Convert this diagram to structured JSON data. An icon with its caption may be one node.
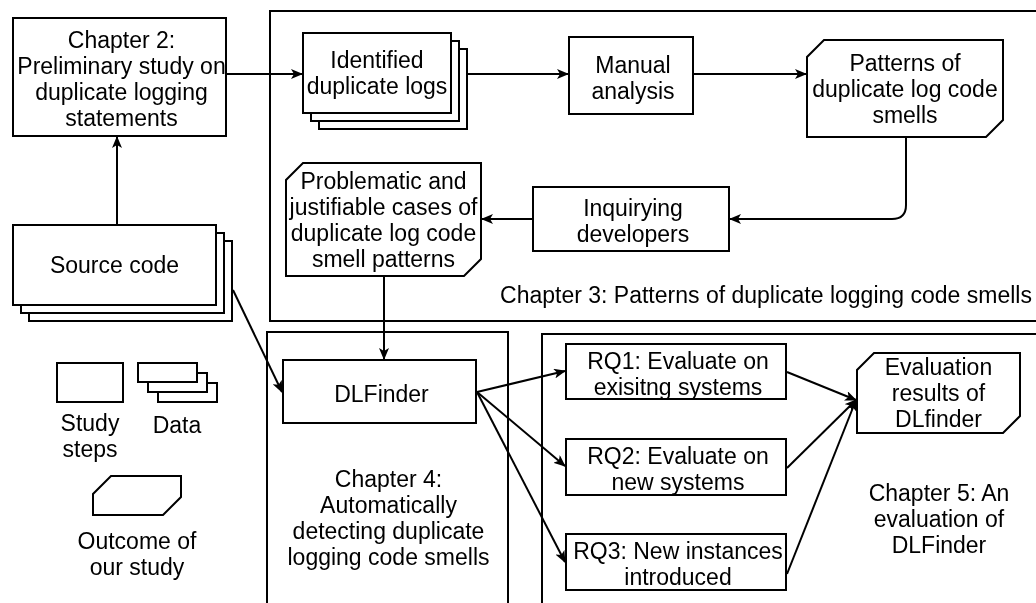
{
  "diagram": {
    "nodes": [
      {
        "text": [
          "Chapter 2: Preliminary study on duplicate logging statements"
        ]
      },
      {
        "text": [
          "Source code"
        ]
      },
      {
        "text": [
          "Chapter 3: Patterns of duplicate logging code smells"
        ]
      },
      {
        "text": [
          "Identified duplicate logs"
        ],
        "in": 2
      },
      {
        "text": [
          "Manual analysis"
        ],
        "in": 2
      },
      {
        "text": [
          "Patterns of duplicate log code smells"
        ],
        "in": 2
      },
      {
        "text": [
          "Inquirying developers"
        ],
        "in": 2
      },
      {
        "text": [
          "Problematic and justifiable cases of duplicate log code smell patterns"
        ],
        "in": 2
      },
      {
        "text": [
          "Chapter 4: Automatically detecting duplicate logging code smells"
        ]
      },
      {
        "text": [
          "DLFinder"
        ],
        "in": 8
      },
      {
        "text": [
          "Chapter 5: An evaluation of DLFinder"
        ]
      },
      {
        "text": [
          "RQ1: Evaluate on exisitng systems"
        ],
        "in": 10
      },
      {
        "text": [
          "RQ2: Evaluate on new systems"
        ],
        "in": 10
      },
      {
        "text": [
          "RQ3: New instances introduced"
        ],
        "in": 10
      },
      {
        "text": [
          "Evaluation results of DLfinder"
        ],
        "in": 10
      }
    ],
    "edges": [
      {
        "from": 1,
        "to": 0,
        "arrow": "to"
      },
      {
        "from": 0,
        "to": 3,
        "arrow": "to"
      },
      {
        "from": 3,
        "to": 4,
        "arrow": "to"
      },
      {
        "from": 4,
        "to": 5,
        "arrow": "to"
      },
      {
        "from": 5,
        "to": 6,
        "arrow": "to"
      },
      {
        "from": 6,
        "to": 7,
        "arrow": "to"
      },
      {
        "from": 7,
        "to": 9,
        "arrow": "to"
      },
      {
        "from": 1,
        "to": 9,
        "arrow": "to"
      },
      {
        "from": 9,
        "to": 11,
        "arrow": "to"
      },
      {
        "from": 9,
        "to": 12,
        "arrow": "to"
      },
      {
        "from": 9,
        "to": 13,
        "arrow": "to"
      },
      {
        "from": 11,
        "to": 14,
        "arrow": "to"
      },
      {
        "from": 12,
        "to": 14,
        "arrow": "to"
      },
      {
        "from": 13,
        "to": 14,
        "arrow": "to"
      }
    ],
    "legend": [
      {
        "text": "Study steps"
      },
      {
        "text": "Data"
      },
      {
        "text": "Outcome of our study"
      }
    ]
  }
}
